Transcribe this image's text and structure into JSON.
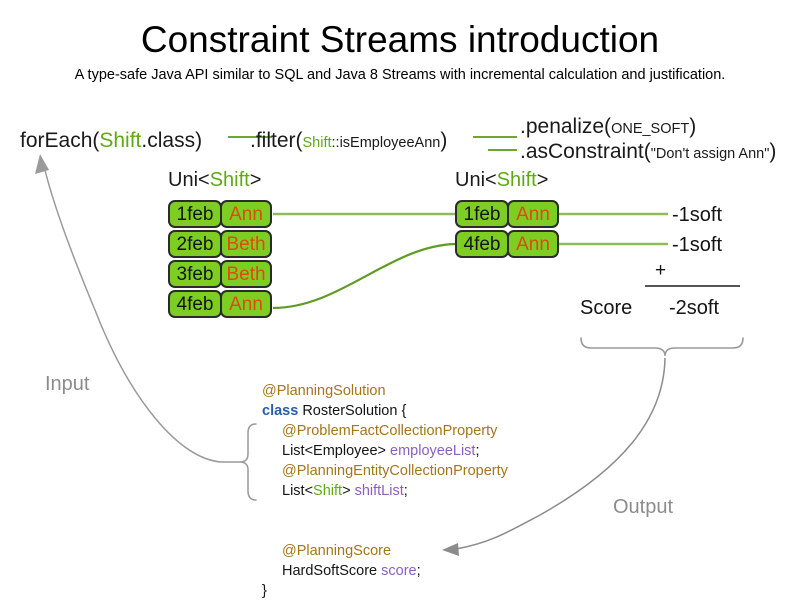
{
  "header": {
    "title": "Constraint Streams introduction",
    "subtitle": "A type-safe Java API similar to SQL and Java 8 Streams with incremental calculation and justification."
  },
  "pipeline": {
    "foreach": {
      "prefix": "forEach(",
      "type": "Shift",
      "suffix": ".class)"
    },
    "filter": {
      "prefix": ".filter(",
      "arg_type": "Shift",
      "arg_rest": "::isEmployeeAnn",
      "suffix": ")"
    },
    "penalize": {
      "prefix": ".penalize(",
      "arg": "ONE_SOFT",
      "suffix": ")"
    },
    "as_constraint": {
      "prefix": ".asConstraint(",
      "arg": "\"Don't assign Ann\"",
      "suffix": ")"
    }
  },
  "streams": {
    "left": {
      "caption_prefix": "Uni<",
      "caption_type": "Shift",
      "caption_suffix": ">",
      "rows": [
        {
          "date": "1feb",
          "employee": "Ann"
        },
        {
          "date": "2feb",
          "employee": "Beth"
        },
        {
          "date": "3feb",
          "employee": "Beth"
        },
        {
          "date": "4feb",
          "employee": "Ann"
        }
      ]
    },
    "right": {
      "caption_prefix": "Uni<",
      "caption_type": "Shift",
      "caption_suffix": ">",
      "rows": [
        {
          "date": "1feb",
          "employee": "Ann"
        },
        {
          "date": "4feb",
          "employee": "Ann"
        }
      ]
    }
  },
  "score": {
    "penalties": [
      "-1soft",
      "-1soft"
    ],
    "operator": "+",
    "label": "Score",
    "total": "-2soft"
  },
  "annotations": {
    "input": "Input",
    "output": "Output"
  },
  "code": {
    "lines": [
      {
        "text": "@PlanningSolution",
        "kind": "annotation",
        "indent": 0
      },
      {
        "text": "class RosterSolution {",
        "kind": "class-decl",
        "indent": 0
      },
      {
        "text": "@ProblemFactCollectionProperty",
        "kind": "annotation",
        "indent": 1
      },
      {
        "text": "List<Employee> employeeList;",
        "kind": "field",
        "indent": 1
      },
      {
        "text": "@PlanningEntityCollectionProperty",
        "kind": "annotation",
        "indent": 1
      },
      {
        "text": "List<Shift> shiftList;",
        "kind": "field",
        "indent": 1
      },
      {
        "text": "@PlanningScore",
        "kind": "annotation",
        "indent": 1
      },
      {
        "text": "HardSoftScore score;",
        "kind": "field",
        "indent": 1
      },
      {
        "text": "}",
        "kind": "brace",
        "indent": 0
      }
    ],
    "parts": {
      "annotation_solution": "@PlanningSolution",
      "keyword_class": "class",
      "class_name": " RosterSolution {",
      "annotation_problem_fact": "@ProblemFactCollectionProperty",
      "list_employee_prefix": "List<Employee> ",
      "employee_list_field": "employeeList",
      "semicolon": ";",
      "annotation_planning_entity": "@PlanningEntityCollectionProperty",
      "list_open": "List<",
      "shift_type": "Shift",
      "list_close": "> ",
      "shift_list_field": "shiftList",
      "annotation_planning_score": "@PlanningScore",
      "hardsoftscore_prefix": "HardSoftScore ",
      "score_field": "score",
      "closing_brace": "}"
    }
  },
  "colors": {
    "shift_box_fill": "#7dcd23",
    "shift_box_border": "#2b2b2b",
    "employee_text": "#e2490e",
    "type_green": "#5faa11",
    "connector_green": "#6aa832",
    "annotation_brown": "#a4751b",
    "keyword_blue": "#2a5daa",
    "field_purple": "#8b5fc0",
    "helper_gray": "#8c8c8c"
  }
}
